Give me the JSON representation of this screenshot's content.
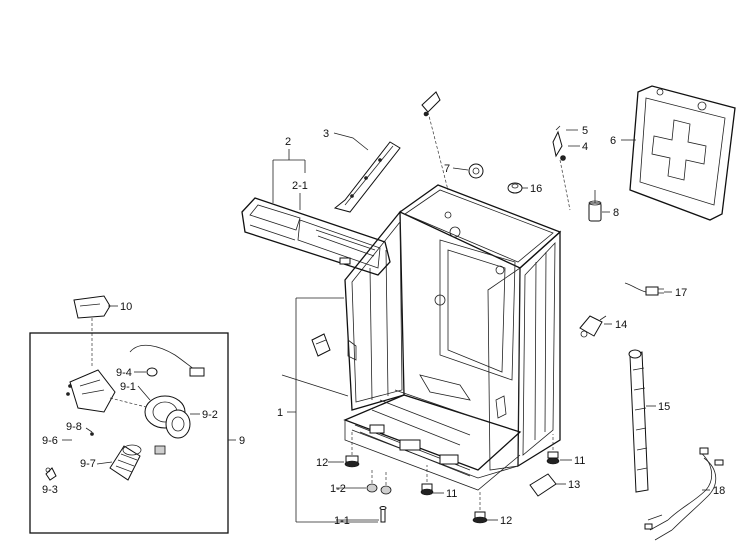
{
  "callouts": {
    "c1": "1",
    "c1_1": "1-1",
    "c1_2": "1-2",
    "c2": "2",
    "c2_1": "2-1",
    "c3": "3",
    "c4": "4",
    "c5": "5",
    "c6": "6",
    "c7": "7",
    "c8": "8",
    "c9": "9",
    "c9_1": "9-1",
    "c9_2": "9-2",
    "c9_3": "9-3",
    "c9_4": "9-4",
    "c9_6": "9-6",
    "c9_7": "9-7",
    "c9_8": "9-8",
    "c10": "10",
    "c11a": "11",
    "c11b": "11",
    "c12a": "12",
    "c12b": "12",
    "c13": "13",
    "c14": "14",
    "c15": "15",
    "c16": "16",
    "c17": "17",
    "c18": "18"
  }
}
